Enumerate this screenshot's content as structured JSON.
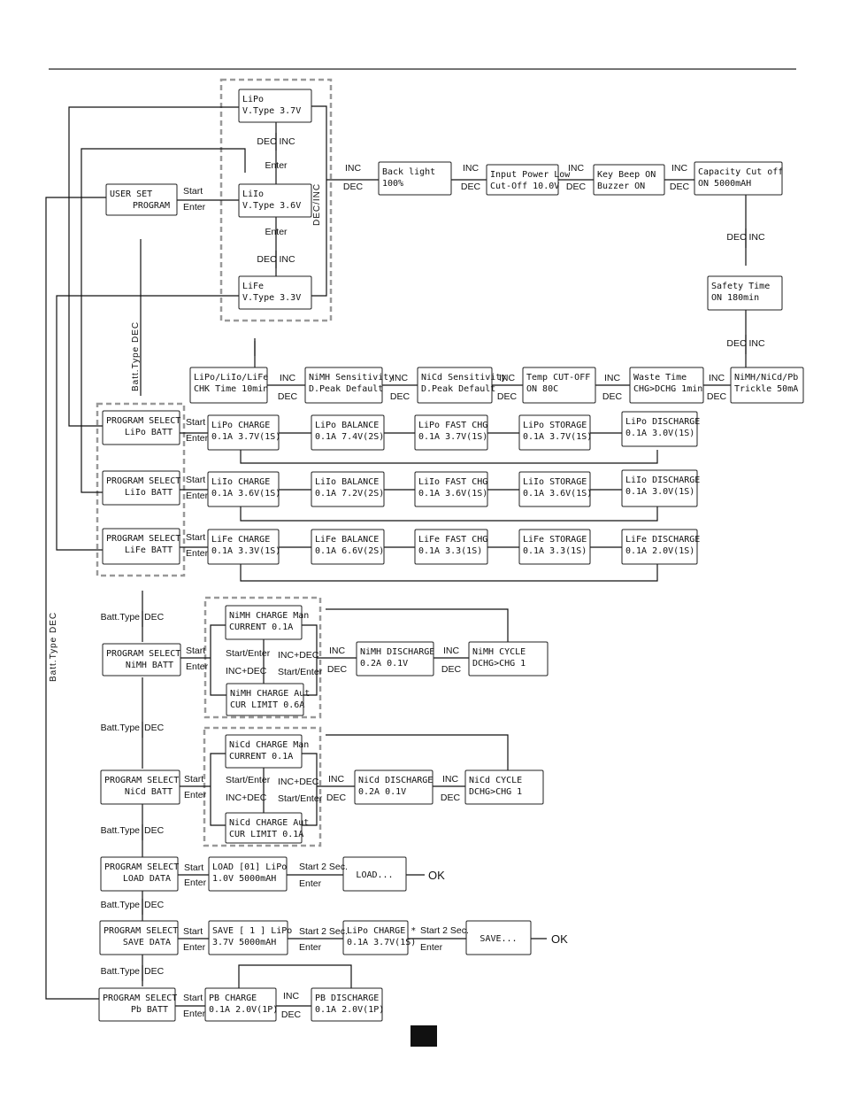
{
  "boxes": {
    "lipo_vtype": [
      "LiPo",
      "V.Type 3.7V"
    ],
    "liio_vtype": [
      "LiIo",
      "V.Type 3.6V"
    ],
    "life_vtype": [
      "LiFe",
      "V.Type 3.3V"
    ],
    "user_set": [
      "USER SET",
      "PROGRAM"
    ],
    "backlight": [
      "Back light",
      "100%"
    ],
    "input_power_low": [
      "Input Power Low",
      "Cut-Off   10.0V"
    ],
    "key_beep": [
      "Key Beep    ON",
      "Buzzer      ON"
    ],
    "capacity": [
      "Capacity   Cut off",
      "ON        5000mAH"
    ],
    "safety_time": [
      "Safety Time",
      "ON      180min"
    ],
    "chk_time": [
      "LiPo/LiIo/LiFe",
      "CHK Time  10min"
    ],
    "nimh_sens": [
      "NiMH Sensitivity",
      "D.Peak Default"
    ],
    "nicd_sens": [
      "NiCd Sensitivity",
      "D.Peak Default"
    ],
    "temp_cutoff": [
      "Temp   CUT-OFF",
      "ON          80C"
    ],
    "waste_time": [
      "Waste Time",
      "CHG>DCHG 1min"
    ],
    "trickle": [
      "NiMH/NiCd/Pb",
      "Trickle  50mA"
    ],
    "ps_lipo": [
      "PROGRAM SELECT",
      "LiPo BATT"
    ],
    "lipo_charge": [
      "LiPo CHARGE",
      "0.1A  3.7V(1S)"
    ],
    "lipo_balance": [
      "LiPo BALANCE",
      "0.1A  7.4V(2S)"
    ],
    "lipo_fast": [
      "LiPo FAST CHG",
      "0.1A   3.7V(1S)"
    ],
    "lipo_storage": [
      "LiPo STORAGE",
      "0.1A  3.7V(1S)"
    ],
    "lipo_discharge": [
      "LiPo DISCHARGE",
      "0.1A    3.0V(1S)"
    ],
    "ps_liio": [
      "PROGRAM SELECT",
      "LiIo BATT"
    ],
    "liio_charge": [
      "LiIo CHARGE",
      "0.1A  3.6V(1S)"
    ],
    "liio_balance": [
      "LiIo BALANCE",
      "0.1A  7.2V(2S)"
    ],
    "liio_fast": [
      "LiIo FAST CHG",
      "0.1A   3.6V(1S)"
    ],
    "liio_storage": [
      "LiIo STORAGE",
      "0.1A  3.6V(1S)"
    ],
    "liio_discharge": [
      "LiIo DISCHARGE",
      "0.1A    3.0V(1S)"
    ],
    "ps_life": [
      "PROGRAM SELECT",
      "LiFe BATT"
    ],
    "life_charge": [
      "LiFe CHARGE",
      "0.1A  3.3V(1S)"
    ],
    "life_balance": [
      "LiFe BALANCE",
      "0.1A  6.6V(2S)"
    ],
    "life_fast": [
      "LiFe FAST CHG",
      "0.1A   3.3(1S)"
    ],
    "life_storage": [
      "LiFe STORAGE",
      "0.1A  3.3(1S)"
    ],
    "life_discharge": [
      "LiFe DISCHARGE",
      "0.1A   2.0V(1S)"
    ],
    "ps_nimh": [
      "PROGRAM SELECT",
      "NiMH BATT"
    ],
    "nimh_charge_man": [
      "NiMH CHARGE  Man",
      "CURRENT     0.1A"
    ],
    "nimh_charge_aut": [
      "NiMH CHARGE  Aut",
      "CUR LIMIT   0.6A"
    ],
    "nimh_discharge": [
      "NiMH DISCHARGE",
      "0.2A        0.1V"
    ],
    "nimh_cycle": [
      "NiMH CYCLE",
      "DCHG>CHG   1"
    ],
    "ps_nicd": [
      "PROGRAM SELECT",
      "NiCd BATT"
    ],
    "nicd_charge_man": [
      "NiCd CHARGE  Man",
      "CURRENT     0.1A"
    ],
    "nicd_charge_aut": [
      "NiCd CHARGE  Aut",
      "CUR LIMIT   0.1A"
    ],
    "nicd_discharge": [
      "NiCd DISCHARGE",
      "0.2A        0.1V"
    ],
    "nicd_cycle": [
      "NiCd CYCLE",
      "DCHG>CHG   1"
    ],
    "ps_load": [
      "PROGRAM SELECT",
      "LOAD DATA"
    ],
    "load_01": [
      "LOAD [01]  LiPo",
      "1.0V   5000mAH"
    ],
    "load_progress": [
      "LOAD...",
      ""
    ],
    "ps_save": [
      "PROGRAM SELECT",
      "SAVE DATA"
    ],
    "save_1": [
      "SAVE [ 1 ]  LiPo",
      "3.7V   5000mAH"
    ],
    "save_lipo_charge": [
      "LiPo CHARGE *",
      "0.1A 3.7V(1S)"
    ],
    "save_progress": [
      "SAVE...",
      ""
    ],
    "ps_pb": [
      "PROGRAM SELECT",
      "Pb BATT"
    ],
    "pb_charge": [
      "PB CHARGE",
      "0.1A   2.0V(1P)"
    ],
    "pb_discharge": [
      "PB DISCHARGE",
      "0.1A   2.0V(1P)"
    ]
  },
  "labels": {
    "inc": "INC",
    "dec": "DEC",
    "dec_inc": "DEC INC",
    "dec_slash_inc": "DEC/INC",
    "start": "Start",
    "enter": "Enter",
    "start_enter": "Start/Enter",
    "inc_plus_dec": "INC+DEC",
    "start_2_sec": "Start 2 Sec.",
    "batt_type": "Batt.Type",
    "batt_type_dec": "Batt.Type  DEC",
    "ok": "OK"
  }
}
